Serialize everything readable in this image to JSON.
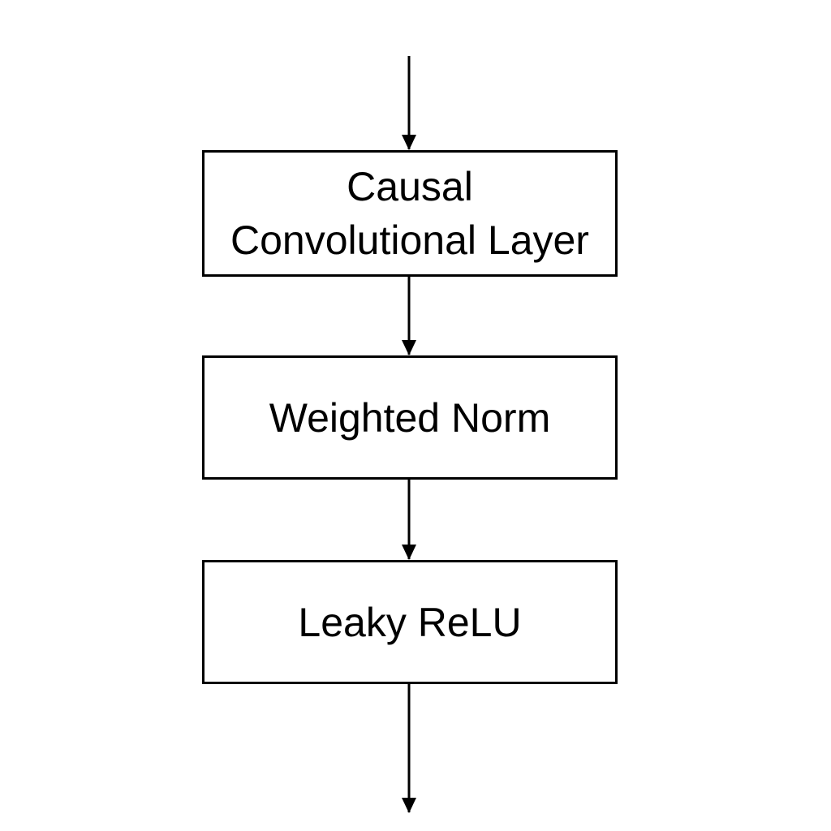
{
  "diagram": {
    "blocks": [
      {
        "lines": [
          "Causal",
          "Convolutional Layer"
        ]
      },
      {
        "lines": [
          "Weighted Norm"
        ]
      },
      {
        "lines": [
          "Leaky ReLU"
        ]
      }
    ]
  }
}
